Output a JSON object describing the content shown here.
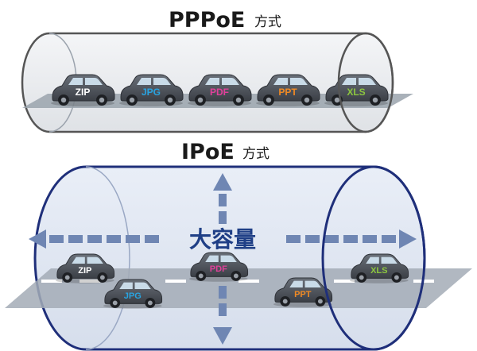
{
  "pppoe": {
    "title": "PPPoE",
    "suffix": "方式",
    "cars": [
      {
        "label": "ZIP",
        "color": "#ffffff"
      },
      {
        "label": "JPG",
        "color": "#29a3e0"
      },
      {
        "label": "PDF",
        "color": "#e0409a"
      },
      {
        "label": "PPT",
        "color": "#f08a24"
      },
      {
        "label": "XLS",
        "color": "#8cc63f"
      }
    ]
  },
  "ipoe": {
    "title": "IPoE",
    "suffix": "方式",
    "capacity_label": "大容量",
    "cars": [
      {
        "label": "ZIP",
        "color": "#ffffff"
      },
      {
        "label": "JPG",
        "color": "#29a3e0"
      },
      {
        "label": "PDF",
        "color": "#e0409a"
      },
      {
        "label": "PPT",
        "color": "#f08a24"
      },
      {
        "label": "XLS",
        "color": "#8cc63f"
      }
    ]
  },
  "colors": {
    "pipe_outline_top": "#555555",
    "pipe_outline_bottom": "#1f2f7a",
    "road": "#9aa3ad",
    "arrow": "#6f86b3",
    "car_body": "#4a4f57"
  }
}
